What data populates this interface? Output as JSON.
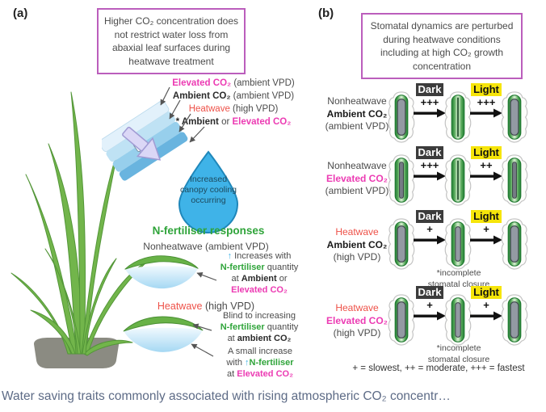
{
  "panel_a": {
    "label": "(a)",
    "headline": "Higher CO₂ concentration does not restrict water loss from abaxial leaf surfaces during heatwave treatment",
    "treatments": {
      "t1a": "Elevated CO₂",
      "t1b": " (ambient VPD)",
      "t2a": "Ambient CO₂",
      "t2b": " (ambient VPD)",
      "t3a": "Heatwave",
      "t3b": " (high VPD)",
      "t4a": "* ",
      "t4b": "Ambient",
      "t4c": " or ",
      "t4d": "Elevated CO₂"
    },
    "droplet_text": "Increased canopy cooling occurring",
    "nfert_heading": "N-fertiliser responses",
    "nonheatwave_a": "Nonheatwave",
    "nonheatwave_b": " (ambient VPD)",
    "ann1": {
      "l1a": "↑",
      "l1b": " Increases with",
      "l2a": "N-fertiliser",
      "l2b": " quantity",
      "l3a": "at ",
      "l3b": "Ambient",
      "l3c": " or",
      "l4": "Elevated CO₂"
    },
    "heatwave_a": "Heatwave",
    "heatwave_b": " (high VPD)",
    "ann2": {
      "l1": "Blind to increasing",
      "l2a": "N-fertiliser",
      "l2b": " quantity",
      "l3a": "at ",
      "l3b": "ambient CO₂"
    },
    "ann3": {
      "l1": "A small increase",
      "l2a": "with ",
      "l2b": "↑",
      "l2c": "N-fertiliser",
      "l3a": "at ",
      "l3b": "Elevated CO₂"
    }
  },
  "panel_b": {
    "label": "(b)",
    "headline": "Stomatal dynamics are perturbed during heatwave conditions including at high CO₂ growth concentration",
    "dark_label": "Dark",
    "light_label": "Light",
    "rows": [
      {
        "line1": "Nonheatwave",
        "line1_color": "dark",
        "line2": "Ambient CO₂",
        "line2_color": "black",
        "line3": "(ambient VPD)",
        "dark_plus": "+++",
        "light_plus": "+++",
        "stomata": [
          "open",
          "closed",
          "open"
        ],
        "note": false
      },
      {
        "line1": "Nonheatwave",
        "line1_color": "dark",
        "line2": "Elevated CO₂",
        "line2_color": "magenta",
        "line3": "(ambient VPD)",
        "dark_plus": "+++",
        "light_plus": "++",
        "stomata": [
          "partial",
          "closed",
          "partial"
        ],
        "note": false
      },
      {
        "line1": "Heatwave",
        "line1_color": "red",
        "line2": "Ambient CO₂",
        "line2_color": "black",
        "line3": "(high VPD)",
        "dark_plus": "+",
        "light_plus": "+",
        "stomata": [
          "open",
          "incomplete",
          "open"
        ],
        "note": true
      },
      {
        "line1": "Heatwave",
        "line1_color": "red",
        "line2": "Elevated CO₂",
        "line2_color": "magenta",
        "line3": "(high VPD)",
        "dark_plus": "+",
        "light_plus": "+",
        "stomata": [
          "open",
          "incomplete",
          "open"
        ],
        "note": true
      }
    ],
    "note_line1": "*incomplete",
    "note_line2": "stomatal closure",
    "legend": "+ = slowest, ++ = moderate, +++ = fastest"
  },
  "caption": "Water saving traits commonly associated with rising atmospheric CO₂ concentr…",
  "colors": {
    "box_border_pink": "#bb5ebc",
    "magenta": "#ec3bb3",
    "red": "#ee5148",
    "green": "#2fa43a",
    "cyan": "#44b4e7",
    "dark_chip": "#3c3c3c",
    "light_chip": "#f6e50a",
    "droplet_blue": "#3fb3e8",
    "leaf_green": "#72b54b",
    "soil_gray": "#8b8b82",
    "caption_blue": "#5d6b86"
  }
}
